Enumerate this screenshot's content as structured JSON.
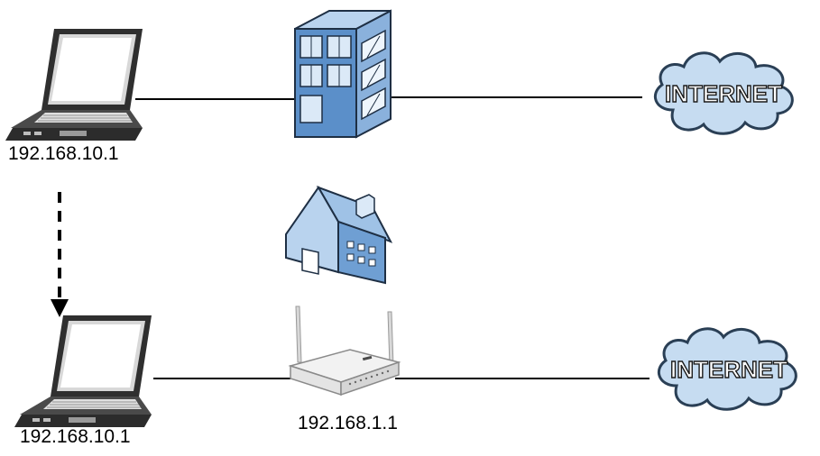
{
  "top_row": {
    "laptop_ip": "192.168.10.1",
    "internet_label": "INTERNET"
  },
  "bottom_row": {
    "laptop_ip": "192.168.10.1",
    "router_ip": "192.168.1.1",
    "internet_label": "INTERNET"
  },
  "colors": {
    "line": "#000000",
    "building_blue": "#5b8fc9",
    "building_light": "#b9d3ee",
    "house_blue": "#8fb6e0",
    "cloud_fill": "#c6dcf1",
    "cloud_stroke": "#2a3f55",
    "laptop_body": "#3a3a3a"
  }
}
